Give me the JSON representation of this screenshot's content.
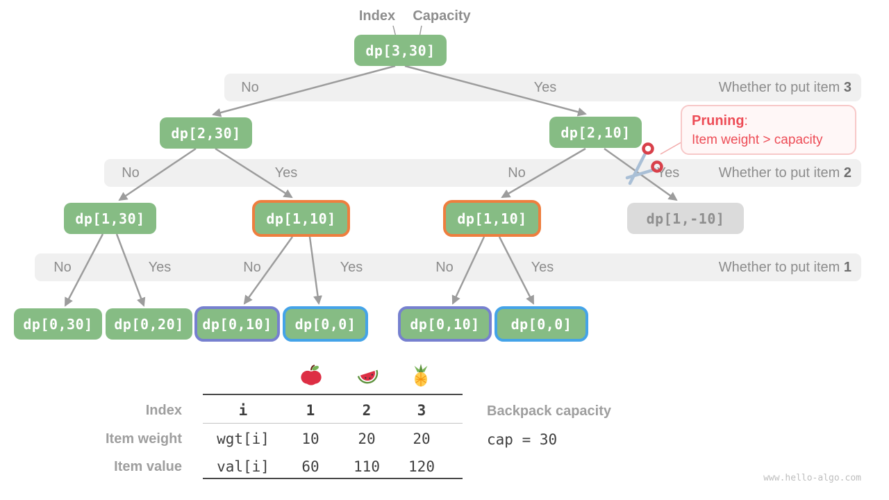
{
  "pointers": {
    "index": "Index",
    "capacity": "Capacity"
  },
  "tree": {
    "nodes": [
      {
        "id": "root",
        "label": "dp[3,30]"
      },
      {
        "id": "l2a",
        "label": "dp[2,30]"
      },
      {
        "id": "l2b",
        "label": "dp[2,10]"
      },
      {
        "id": "l3a",
        "label": "dp[1,30]"
      },
      {
        "id": "l3b",
        "label": "dp[1,10]"
      },
      {
        "id": "l3c",
        "label": "dp[1,10]"
      },
      {
        "id": "l3d",
        "label": "dp[1,-10]"
      },
      {
        "id": "l4a",
        "label": "dp[0,30]"
      },
      {
        "id": "l4b",
        "label": "dp[0,20]"
      },
      {
        "id": "l4c",
        "label": "dp[0,10]"
      },
      {
        "id": "l4d",
        "label": "dp[0,0]"
      },
      {
        "id": "l4e",
        "label": "dp[0,10]"
      },
      {
        "id": "l4f",
        "label": "dp[0,0]"
      }
    ]
  },
  "bands": [
    {
      "labels": [
        "No",
        "Yes"
      ],
      "question": "Whether to put item ",
      "item": "3"
    },
    {
      "labels": [
        "No",
        "Yes",
        "No",
        "Yes"
      ],
      "question": "Whether to put item ",
      "item": "2"
    },
    {
      "labels": [
        "No",
        "Yes",
        "No",
        "Yes",
        "No",
        "Yes"
      ],
      "question": "Whether to put item ",
      "item": "1"
    }
  ],
  "pruning": {
    "title": "Pruning",
    "colon": ":",
    "line2": "Item weight > capacity"
  },
  "item_table": {
    "fruits": [
      "apple-icon",
      "watermelon-icon",
      "pineapple-icon"
    ],
    "row_headers": {
      "index": "Index",
      "weight": "Item weight",
      "value": "Item value"
    },
    "code_col": {
      "index": "i",
      "weight": "wgt[i]",
      "value": "val[i]"
    },
    "rows": {
      "index": [
        "1",
        "2",
        "3"
      ],
      "weight": [
        "10",
        "20",
        "20"
      ],
      "value": [
        "60",
        "110",
        "120"
      ]
    }
  },
  "backpack": {
    "label": "Backpack capacity",
    "code": "cap = 30"
  },
  "watermark": "www.hello-algo.com",
  "colors": {
    "node_green": "#86BC84",
    "highlight_orange": "#EE7E3E",
    "highlight_purple": "#7680CF",
    "highlight_blue": "#44A3E8",
    "pruned_gray": "#DBDBDB",
    "band_gray": "#F0F0F0",
    "pruning_red": "#ED4C56",
    "edge_gray": "#9C9C9C"
  }
}
